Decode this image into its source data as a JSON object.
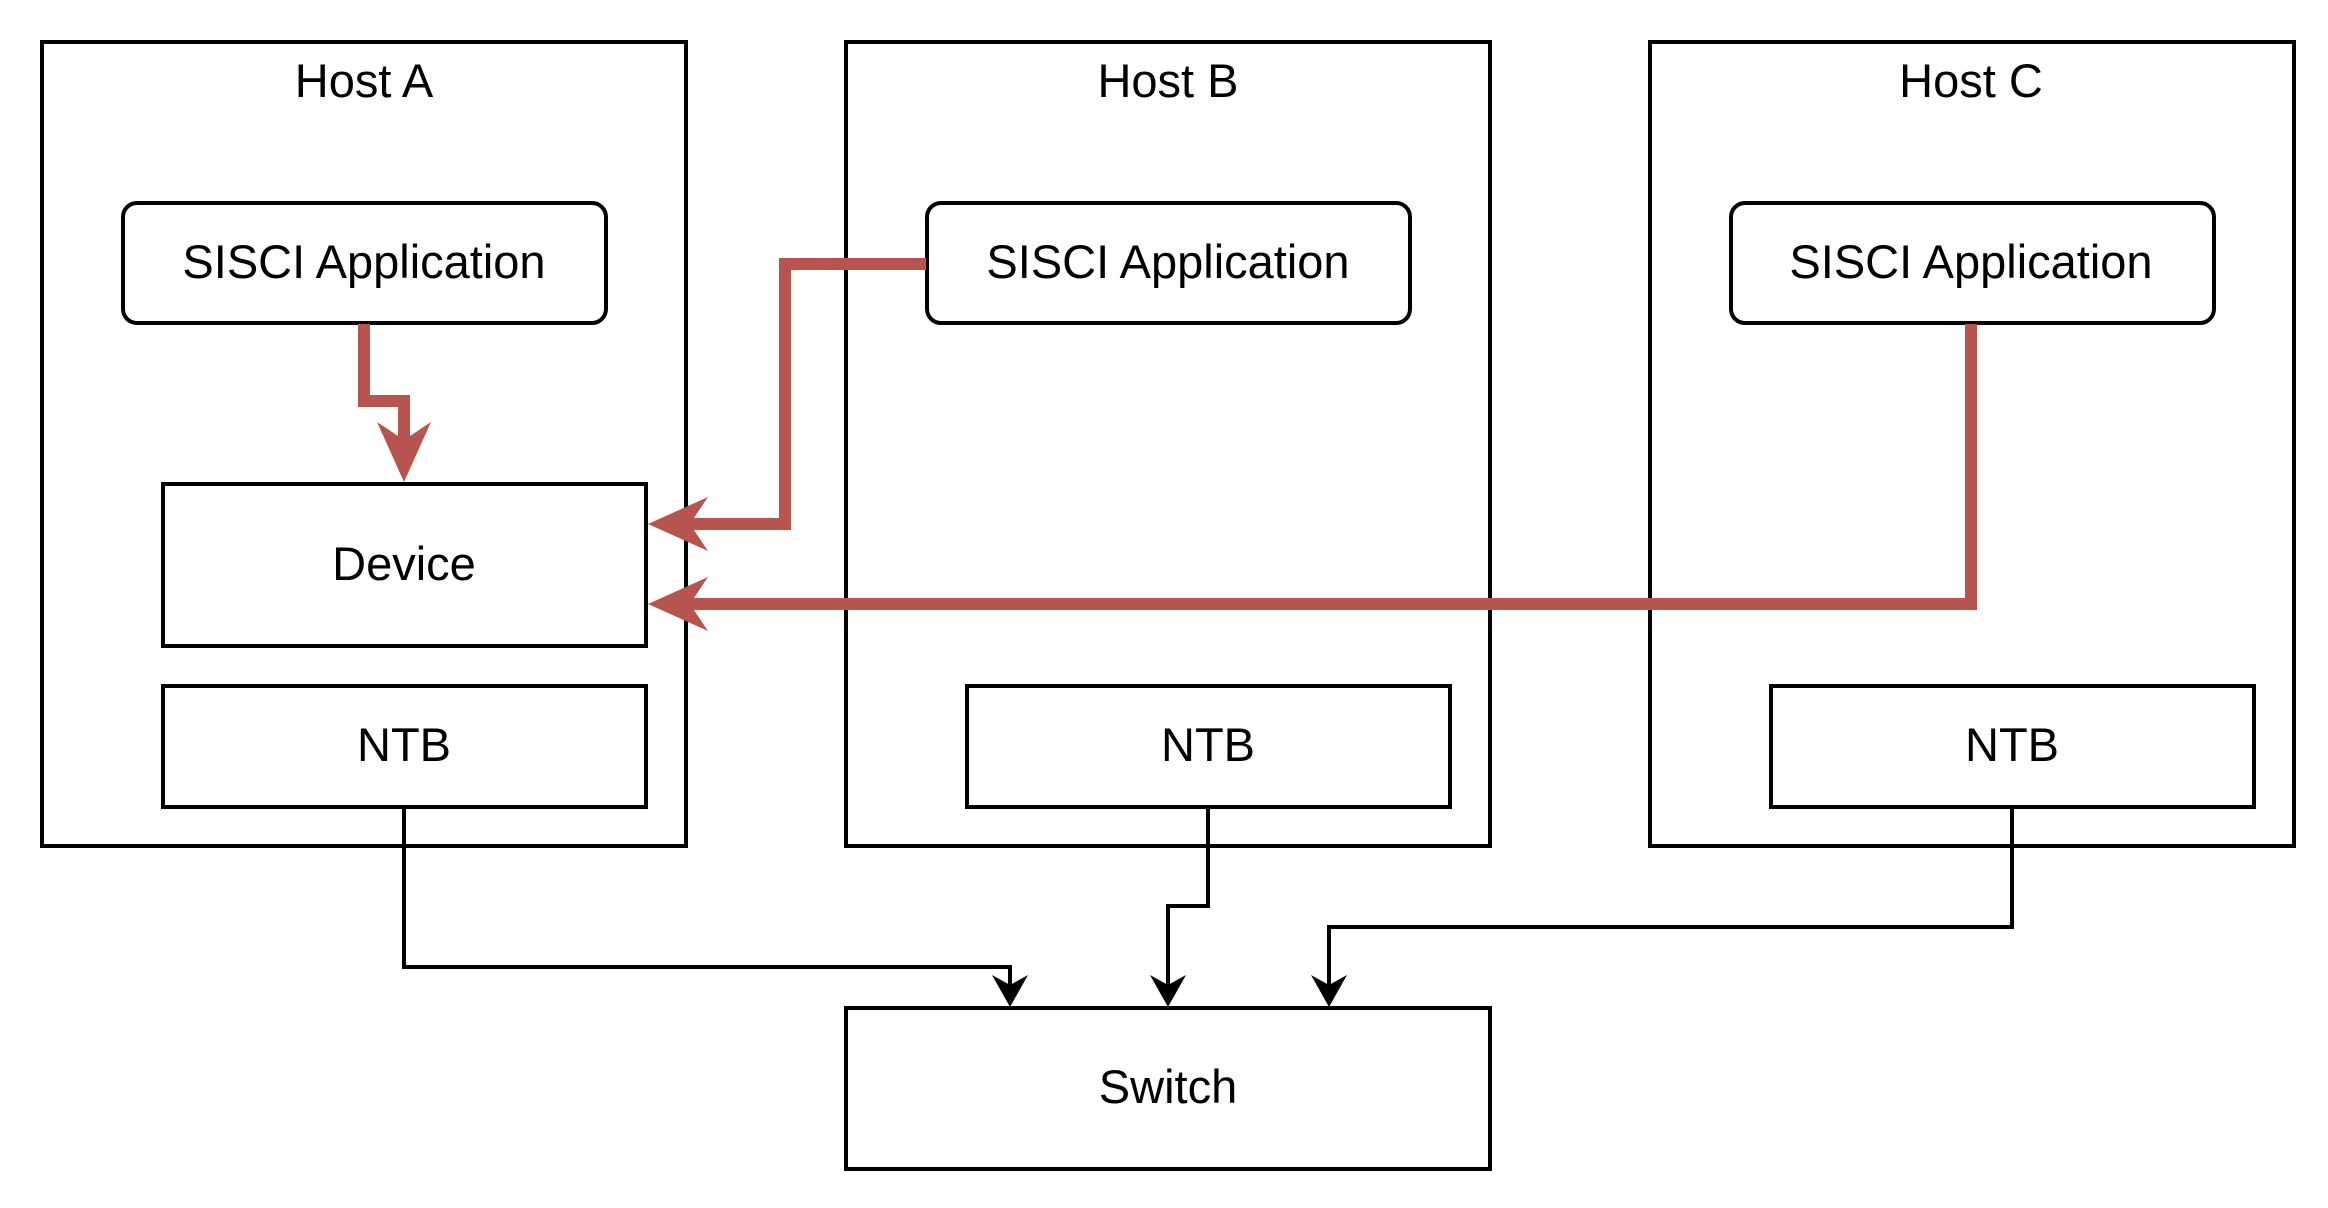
{
  "colors": {
    "access_path": "#b85450",
    "outline": "#000000",
    "background": "#ffffff"
  },
  "hosts": [
    {
      "title": "Host A",
      "app_label": "SISCI Application",
      "ntb_label": "NTB",
      "device_label": "Device"
    },
    {
      "title": "Host B",
      "app_label": "SISCI Application",
      "ntb_label": "NTB"
    },
    {
      "title": "Host C",
      "app_label": "SISCI Application",
      "ntb_label": "NTB"
    }
  ],
  "switch": {
    "label": "Switch"
  },
  "connections": [
    {
      "from": "Host A SISCI Application",
      "to": "Device",
      "kind": "device access"
    },
    {
      "from": "Host B SISCI Application",
      "to": "Device",
      "kind": "device access"
    },
    {
      "from": "Host C SISCI Application",
      "to": "Device",
      "kind": "device access"
    },
    {
      "from": "Host A NTB",
      "to": "Switch",
      "kind": "link"
    },
    {
      "from": "Host B NTB",
      "to": "Switch",
      "kind": "link"
    },
    {
      "from": "Host C NTB",
      "to": "Switch",
      "kind": "link"
    }
  ]
}
